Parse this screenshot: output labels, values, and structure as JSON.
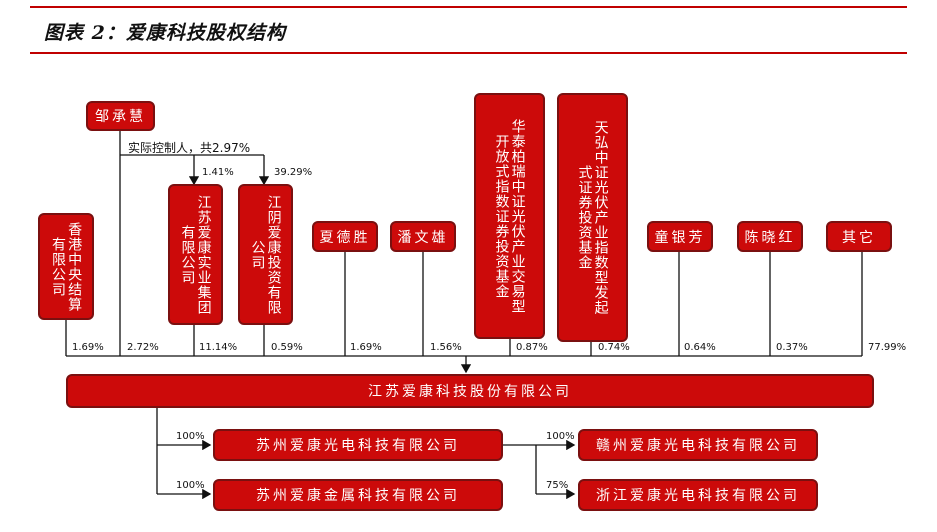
{
  "title": "图表 2：爱康科技股权结构",
  "nodes": {
    "zou": "邹承慧",
    "hkscc": "香港中央结算有限公司",
    "jiangsu_aikang": "江苏爱康实业集团有限公司",
    "jiangyin_aikang": "江阴爱康投资有限公司",
    "xia": "夏德胜",
    "pan": "潘文雄",
    "huatai": "华泰柏瑞中证光伏产业交易型开放式指数证券投资基金",
    "tianhong": "天弘中证光伏产业指数型发起式证券投资基金",
    "tong": "童银芳",
    "chen": "陈晓红",
    "other": "其它",
    "main": "江苏爱康科技股份有限公司",
    "sub1": "苏州爱康光电科技有限公司",
    "sub2": "苏州爱康金属科技有限公司",
    "sub3": "赣州爱康光电科技有限公司",
    "sub4": "浙江爱康光电科技有限公司"
  },
  "labels": {
    "controller": "实际控制人，共2.97%",
    "p_zou_js": "1.41%",
    "p_zou_jy": "39.29%",
    "p_hkscc": "1.69%",
    "p_zou": "2.72%",
    "p_js": "11.14%",
    "p_jy": "0.59%",
    "p_xia": "1.69%",
    "p_pan": "1.56%",
    "p_huatai": "0.87%",
    "p_tianhong": "0.74%",
    "p_tong": "0.64%",
    "p_chen": "0.37%",
    "p_other": "77.99%",
    "p_sub1": "100%",
    "p_sub2": "100%",
    "p_sub3": "100%",
    "p_sub4": "75%"
  },
  "colors": {
    "accent": "#cc0a0a",
    "border": "#7a1010",
    "rule": "#c00000"
  }
}
